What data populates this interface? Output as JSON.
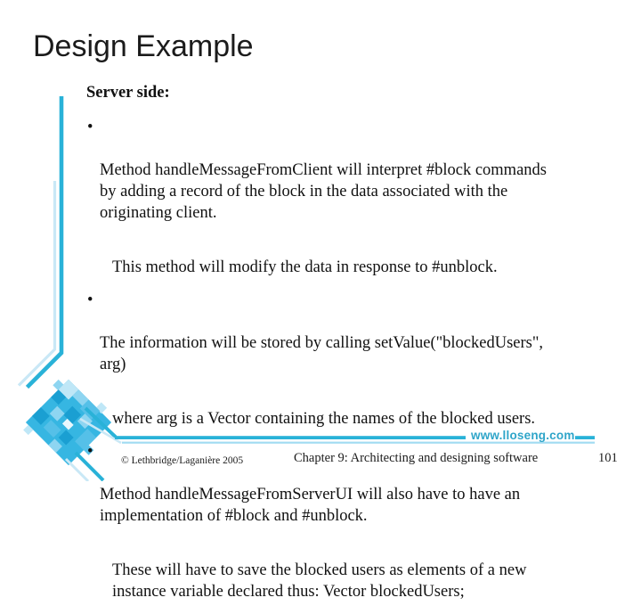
{
  "slide": {
    "title": "Design Example",
    "heading": "Server side:",
    "bullet_char": "•",
    "blocks": [
      {
        "type": "bullet",
        "text": "Method handleMessageFromClient will interpret #block commands\nby adding a record of the block in the data associated with the\noriginating client."
      },
      {
        "type": "sub",
        "text": "This method will modify the data in response to #unblock."
      },
      {
        "type": "bullet",
        "text": "The information will be stored by calling setValue(\"blockedUsers\",\narg)"
      },
      {
        "type": "sub",
        "text": "where arg is a Vector containing the names of the blocked users."
      },
      {
        "type": "bullet",
        "text": "Method handleMessageFromServerUI will also have to have an\nimplementation of #block and #unblock."
      },
      {
        "type": "sub",
        "text": "These will have to save the blocked users as elements of a new\ninstance variable declared thus: Vector blockedUsers;"
      }
    ]
  },
  "footer": {
    "website": "www.lloseng.com",
    "copyright": "© Lethbridge/Laganière 2005",
    "chapter": "Chapter 9: Architecting and designing software",
    "page_number": "101"
  },
  "colors": {
    "accent": "#29b2d8",
    "accent_pale": "#c9e8f6",
    "thin_rule": "#a2dcf2",
    "website_text": "#2fa5c9",
    "mosaic": [
      "#36b6e2",
      "#1a9fd2",
      "#55c0e8",
      "#8ed5f1",
      "#bfe7f7",
      "#e9f7fd"
    ]
  }
}
